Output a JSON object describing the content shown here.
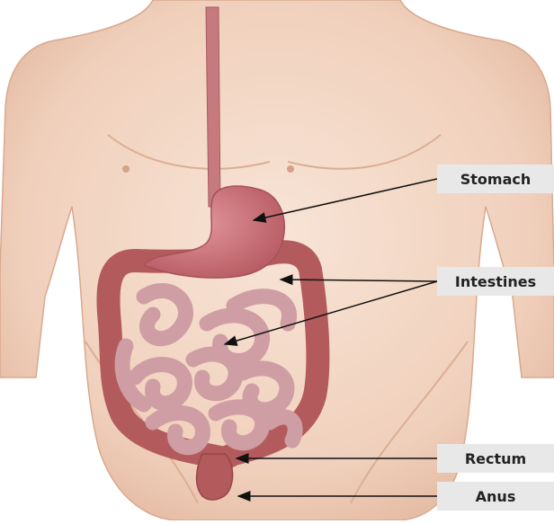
{
  "figure": {
    "labels": [
      {
        "id": "stomach",
        "text": "Stomach"
      },
      {
        "id": "intestines",
        "text": "Intestines"
      },
      {
        "id": "rectum",
        "text": "Rectum"
      },
      {
        "id": "anus",
        "text": "Anus"
      }
    ]
  },
  "colors": {
    "skin": "#f2d6c4",
    "skin_shadow": "#e4b9a0",
    "esophagus": "#c77a7e",
    "stomach": "#c96f75",
    "colon": "#b35b5c",
    "small_intestine": "#cf9ea4",
    "label_bg": "#e8e8e8",
    "arrow": "#111111"
  }
}
